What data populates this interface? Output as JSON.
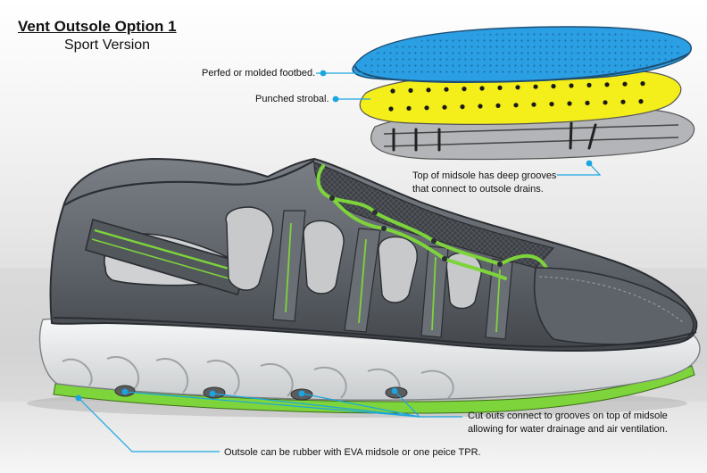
{
  "header": {
    "title": "Vent Outsole Option 1",
    "subtitle": "Sport Version"
  },
  "callouts": {
    "footbed": "Perfed or molded footbed.",
    "strobal": "Punched strobal.",
    "midsole_top": [
      "Top of midsole has deep grooves",
      "that connect to outsole drains."
    ],
    "cutouts": [
      "Cut outs connect to grooves on top of midsole",
      "allowing for water drainage and air ventilation."
    ],
    "outsole": "Outsole can be rubber with EVA midsole or one peice TPR."
  },
  "colors": {
    "footbed_blue": "#2b9fe3",
    "strobal_yellow": "#f4ee1a",
    "midsole_gray": "#a8aaad",
    "upper_gray": "#5d6268",
    "accent_green": "#7ed43b",
    "callout_cyan": "#1aa6e0",
    "outsole_white": "#e9ebec"
  }
}
